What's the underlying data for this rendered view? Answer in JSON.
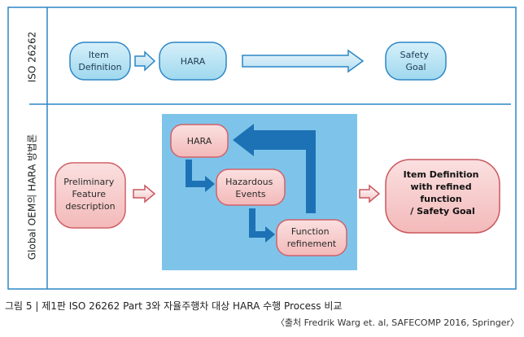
{
  "sections": {
    "top_label": "ISO 26262",
    "bottom_label": "Global OEM의 HARA 방법론"
  },
  "top_flow": {
    "item_definition": [
      "Item",
      "Definition"
    ],
    "hara": "HARA",
    "safety_goal": [
      "Safety",
      "Goal"
    ]
  },
  "bottom_flow": {
    "preliminary": [
      "Preliminary",
      "Feature",
      "description"
    ],
    "hara": "HARA",
    "hazardous_events": [
      "Hazardous",
      "Events"
    ],
    "function_refinement": [
      "Function",
      "refinement"
    ],
    "output": [
      "Item Definition",
      "with refined",
      "function",
      "/ Safety Goal"
    ]
  },
  "caption": "그림 5 | 제1판 ISO 26262 Part 3와 자율주행차 대상 HARA 수행 Process 비교",
  "source": "〈출처 Fredrik Warg et. al, SAFECOMP 2016, Springer〉",
  "colors": {
    "border_blue": "#2c86c6",
    "top_box_fill": "#aee0f3",
    "pink_box_fill": "#f7cccc",
    "pink_box_stroke": "#d0626a",
    "blue_panel": "#7ec4ea",
    "dark_arrow": "#1d72b5"
  }
}
